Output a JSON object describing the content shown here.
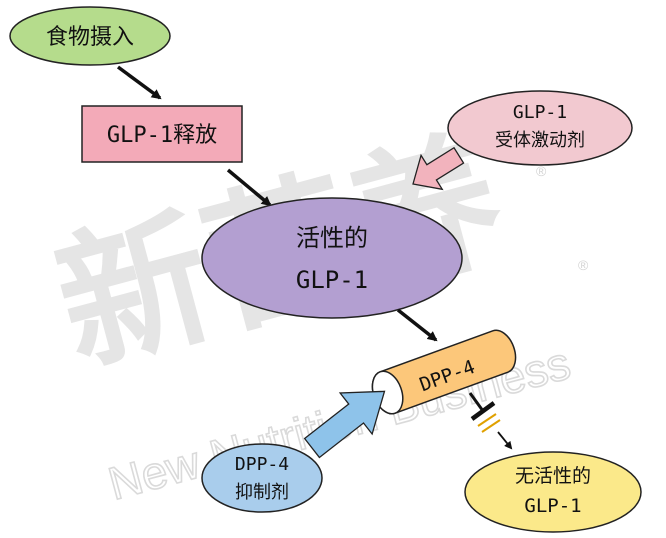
{
  "watermark": {
    "chinese": "新营养",
    "english": "New Nutrition Business",
    "registered": "®"
  },
  "nodes": {
    "food_intake": "食物摄入",
    "glp1_release": "GLP-1释放",
    "agonist_line1": "GLP-1",
    "agonist_line2": "受体激动剂",
    "active_line1": "活性的",
    "active_line2": "GLP-1",
    "dpp4_enzyme": "DPP-4",
    "inhibitor_line1": "DPP-4",
    "inhibitor_line2": "抑制剂",
    "inactive_line1": "无活性的",
    "inactive_line2": "GLP-1"
  },
  "colors": {
    "food_intake_fill": "#b5dc8c",
    "glp1_release_fill": "#f3aab8",
    "agonist_fill": "#f2c9d0",
    "active_fill": "#b39fd1",
    "dpp4_fill": "#fcc77a",
    "inhibitor_fill": "#a9cdec",
    "inactive_fill": "#fbe98a",
    "agonist_arrow": "#f2b3bd",
    "inhibitor_arrow": "#8ec3ea",
    "blocked_segment": "#e0a100"
  }
}
